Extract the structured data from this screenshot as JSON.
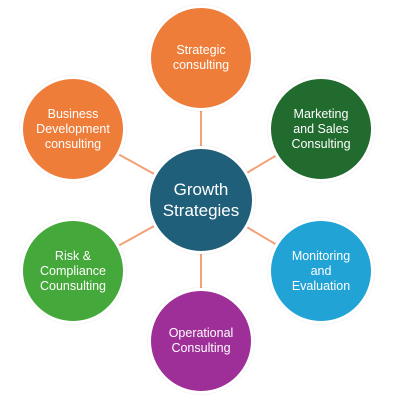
{
  "colors": {
    "center": "#1f5f7a",
    "connector": "#f2a179",
    "orange": "#ee7d3a",
    "green_dark": "#216b2e",
    "blue": "#21a3d6",
    "purple": "#9f2f98",
    "green": "#44a93a"
  },
  "center": {
    "label": "Growth\nStrategies"
  },
  "nodes": {
    "strategic": {
      "label": "Strategic\nconsulting"
    },
    "marketing": {
      "label": "Marketing\nand Sales\nConsulting"
    },
    "monitoring": {
      "label": "Monitoring\nand\nEvaluation"
    },
    "operational": {
      "label": "Operational\nConsulting"
    },
    "risk": {
      "label": "Risk &\nCompliance\nCounsulting"
    },
    "business": {
      "label": "Business\nDevelopment\nconsulting"
    }
  }
}
